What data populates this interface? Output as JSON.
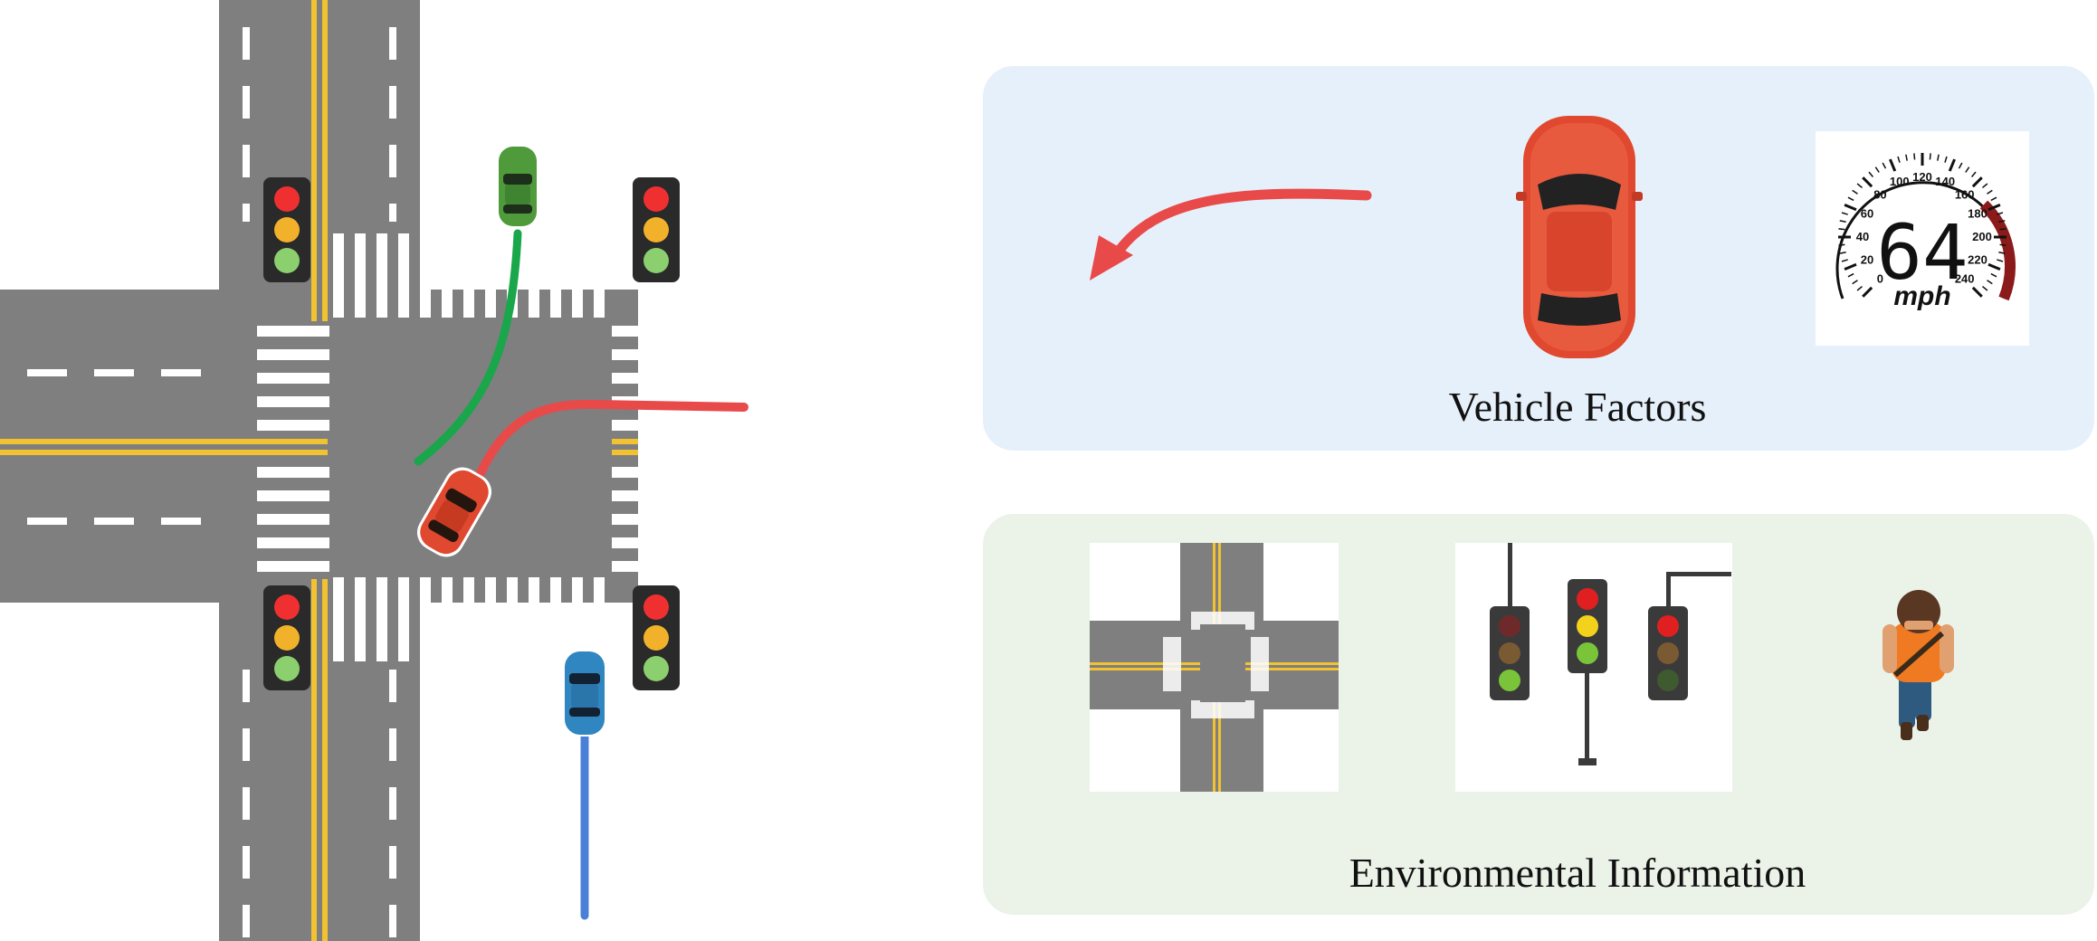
{
  "panels": {
    "vehicle_factors": {
      "title": "Vehicle Factors",
      "background": "#e6f0fa",
      "speedometer": {
        "speed": "64",
        "unit": "mph",
        "scale_labels": [
          "0",
          "20",
          "40",
          "60",
          "80",
          "100",
          "120",
          "140",
          "160",
          "180",
          "200",
          "220",
          "240"
        ],
        "redline_color": "#8b1a1a"
      },
      "turn_arrow_color": "#e84a4a"
    },
    "environmental_information": {
      "title": "Environmental Information",
      "background": "#ebf3e9"
    }
  },
  "colors": {
    "road": "#7f7f7f",
    "center_line": "#f2c230",
    "lane_marking": "#ffffff",
    "green_car": "#4f9a3a",
    "red_car": "#e0482f",
    "blue_car": "#2f86c0",
    "green_path": "#1aa64a",
    "red_path": "#e84a4a",
    "blue_path": "#4a7fd8",
    "light_red": "#f03030",
    "light_yellow": "#f2b12a",
    "light_green": "#8ccf6e",
    "pedestrian_shirt": "#f07a22",
    "pedestrian_pants": "#2f5a80",
    "pedestrian_hair": "#5a3722"
  }
}
